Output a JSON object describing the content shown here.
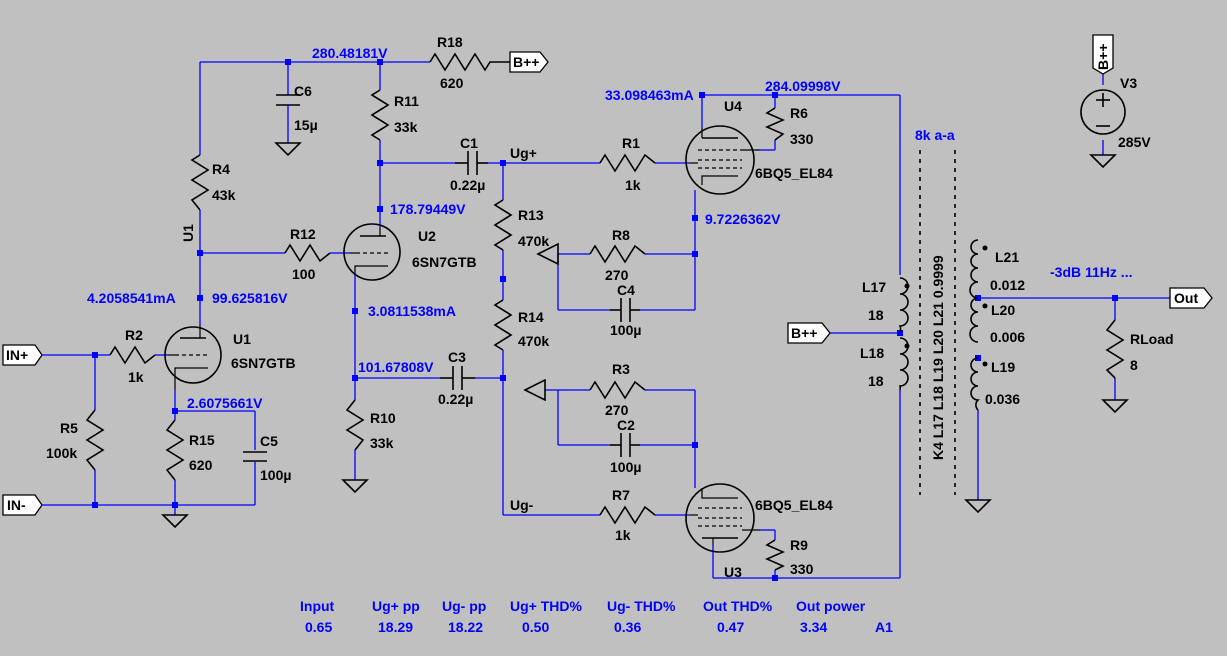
{
  "components": {
    "r18": {
      "name": "R18",
      "value": "620"
    },
    "r11": {
      "name": "R11",
      "value": "33k"
    },
    "c6": {
      "name": "C6",
      "value": "15µ"
    },
    "r4": {
      "name": "R4",
      "value": "43k"
    },
    "c1": {
      "name": "C1",
      "value": "0.22µ"
    },
    "r1": {
      "name": "R1",
      "value": "1k"
    },
    "r6": {
      "name": "R6",
      "value": "330"
    },
    "u4": {
      "name": "U4",
      "model": "6BQ5_EL84"
    },
    "r13": {
      "name": "R13",
      "value": "470k"
    },
    "r8": {
      "name": "R8",
      "value": "270"
    },
    "c4": {
      "name": "C4",
      "value": "100µ"
    },
    "r12": {
      "name": "R12",
      "value": "100"
    },
    "u2": {
      "name": "U2",
      "model": "6SN7GTB"
    },
    "u1": {
      "name": "U1",
      "model": "6SN7GTB"
    },
    "r2": {
      "name": "R2",
      "value": "1k"
    },
    "r5": {
      "name": "R5",
      "value": "100k"
    },
    "r15": {
      "name": "R15",
      "value": "620"
    },
    "c5": {
      "name": "C5",
      "value": "100µ"
    },
    "r14": {
      "name": "R14",
      "value": "470k"
    },
    "c3": {
      "name": "C3",
      "value": "0.22µ"
    },
    "r10": {
      "name": "R10",
      "value": "33k"
    },
    "r3": {
      "name": "R3",
      "value": "270"
    },
    "c2": {
      "name": "C2",
      "value": "100µ"
    },
    "r7": {
      "name": "R7",
      "value": "1k"
    },
    "u3": {
      "name": "U3",
      "model": "6BQ5_EL84"
    },
    "r9": {
      "name": "R9",
      "value": "330"
    },
    "l17": {
      "name": "L17",
      "value": "18"
    },
    "l18": {
      "name": "L18",
      "value": "18"
    },
    "l21": {
      "name": "L21",
      "value": "0.012"
    },
    "l20": {
      "name": "L20",
      "value": "0.006"
    },
    "l19": {
      "name": "L19",
      "value": "0.036"
    },
    "rload": {
      "name": "RLoad",
      "value": "8"
    },
    "v3": {
      "name": "V3",
      "value": "285V"
    }
  },
  "net_labels": {
    "ug_plus": "Ug+",
    "ug_minus": "Ug-",
    "u1_net": "U1"
  },
  "ports": {
    "bpp_r18": "B++",
    "bpp_transformer": "B++",
    "bpp_v3": "B++",
    "in_plus": "IN+",
    "in_minus": "IN-",
    "out": "Out"
  },
  "annotations": {
    "transformer_impedance": "8k a-a",
    "coupling": "K4 L17 L18 L19 L20 L21 0.9999",
    "out_directive": "-3dB 11Hz ..."
  },
  "op_point": {
    "v_r18_node": "280.48181V",
    "i_u4_plate": "33.098463mA",
    "v_u4_screen": "284.09998V",
    "v_u2_plate": "178.79449V",
    "v_u4_cathode": "9.7226362V",
    "i_u1_plate": "4.2058541mA",
    "v_u1_plate": "99.625816V",
    "i_u2_cathode": "3.0811538mA",
    "v_c3_node": "101.67808V",
    "v_u1_cathode": "2.6075661V"
  },
  "measurements": [
    {
      "label": "Input",
      "value": "0.65"
    },
    {
      "label": "Ug+ pp",
      "value": "18.29"
    },
    {
      "label": "Ug- pp",
      "value": "18.22"
    },
    {
      "label": "Ug+ THD%",
      "value": "0.50"
    },
    {
      "label": "Ug- THD%",
      "value": "0.36"
    },
    {
      "label": "Out THD%",
      "value": "0.47"
    },
    {
      "label": "Out power",
      "value": "3.34"
    }
  ],
  "cell_ref": "A1",
  "colors": {
    "background": "#c0c0c0",
    "wire": "#0000ff",
    "component": "#000000",
    "annotation": "#0000ff"
  }
}
